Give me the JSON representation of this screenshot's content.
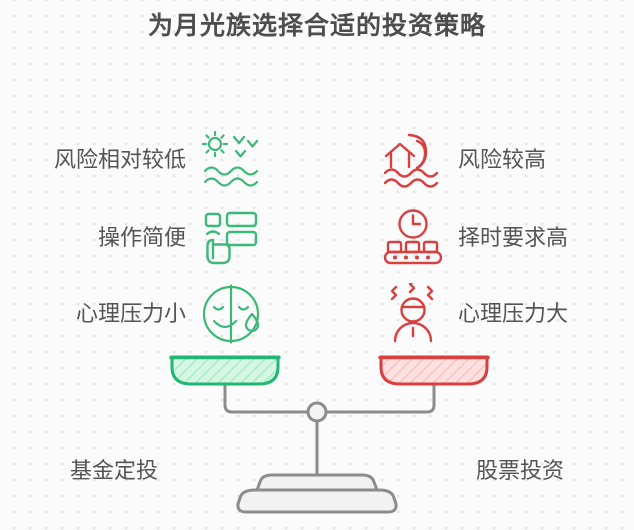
{
  "title": "为月光族选择合适的投资策略",
  "colors": {
    "background": "#fbfbfb",
    "dot_grid": "#e6e6e6",
    "title_text": "#4d4d4d",
    "label_text": "#545454",
    "green_accent": "#3cb878",
    "green_pan_fill": "#b9f0d2",
    "red_accent": "#d83f3f",
    "red_pan_fill": "#fac9c9",
    "scale_gray": "#8c8c8c"
  },
  "left_side": {
    "bottom_label": "基金定投",
    "pan_color": "#3cb878",
    "features": [
      {
        "label": "风险相对较低",
        "icon": "sun-waves-icon"
      },
      {
        "label": "操作简便",
        "icon": "hand-tap-list-icon"
      },
      {
        "label": "心理压力小",
        "icon": "calm-face-icon"
      }
    ]
  },
  "right_side": {
    "bottom_label": "股票投资",
    "pan_color": "#d83f3f",
    "features": [
      {
        "label": "风险较高",
        "icon": "big-wave-house-icon"
      },
      {
        "label": "择时要求高",
        "icon": "clock-conveyor-icon"
      },
      {
        "label": "心理压力大",
        "icon": "stressed-person-icon"
      }
    ]
  },
  "scale": {
    "name": "balance-scale",
    "left_pan_label": "green-pan",
    "right_pan_label": "red-pan",
    "pivot_label": "pivot-joint",
    "base_label": "scale-base"
  }
}
